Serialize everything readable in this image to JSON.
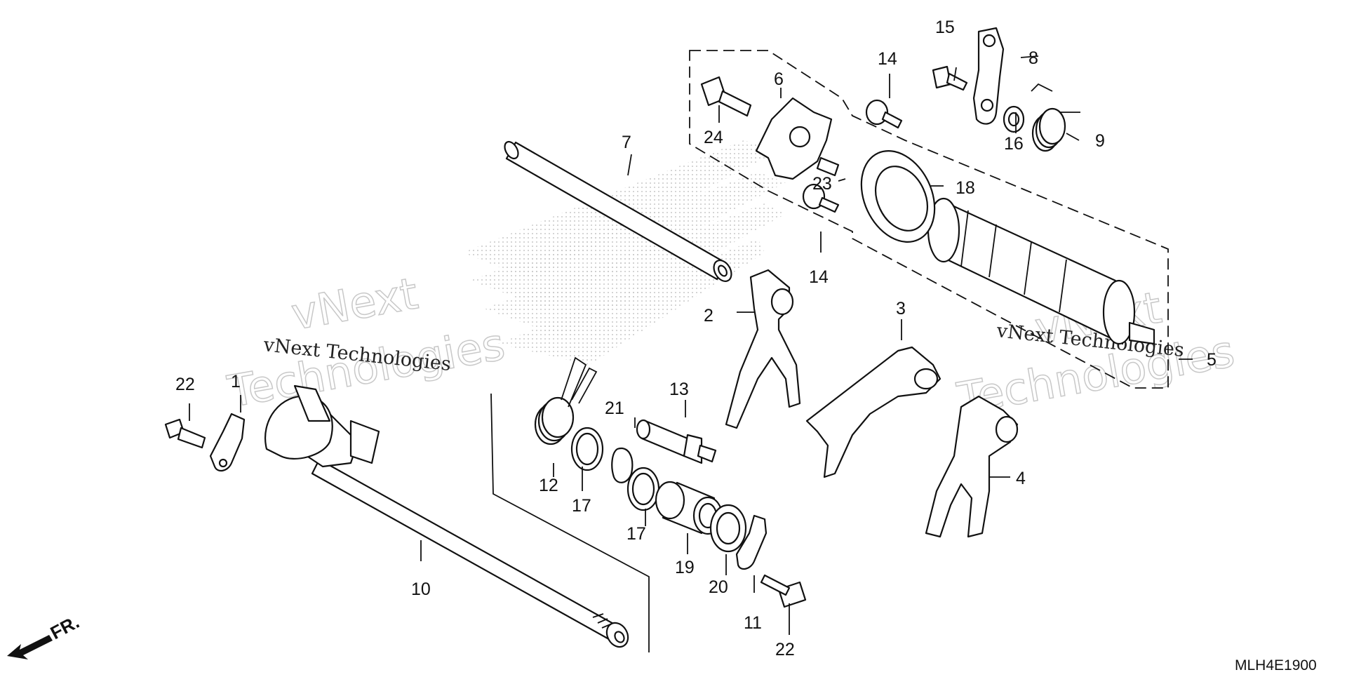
{
  "diagram": {
    "code": "MLH4E1900",
    "direction": "FR.",
    "watermarks": {
      "brand": "vNext Technologies",
      "big_word_1": "vNext",
      "big_word_2": "Technologies"
    },
    "callouts": [
      {
        "id": "c1",
        "label": "1"
      },
      {
        "id": "c2",
        "label": "2"
      },
      {
        "id": "c3",
        "label": "3"
      },
      {
        "id": "c4",
        "label": "4"
      },
      {
        "id": "c5",
        "label": "5"
      },
      {
        "id": "c6",
        "label": "6"
      },
      {
        "id": "c7",
        "label": "7"
      },
      {
        "id": "c8",
        "label": "8"
      },
      {
        "id": "c9",
        "label": "9"
      },
      {
        "id": "c10",
        "label": "10"
      },
      {
        "id": "c11",
        "label": "11"
      },
      {
        "id": "c12",
        "label": "12"
      },
      {
        "id": "c13",
        "label": "13"
      },
      {
        "id": "c14a",
        "label": "14"
      },
      {
        "id": "c14b",
        "label": "14"
      },
      {
        "id": "c15",
        "label": "15"
      },
      {
        "id": "c16",
        "label": "16"
      },
      {
        "id": "c17a",
        "label": "17"
      },
      {
        "id": "c17b",
        "label": "17"
      },
      {
        "id": "c18",
        "label": "18"
      },
      {
        "id": "c19",
        "label": "19"
      },
      {
        "id": "c20",
        "label": "20"
      },
      {
        "id": "c21",
        "label": "21"
      },
      {
        "id": "c22a",
        "label": "22"
      },
      {
        "id": "c22b",
        "label": "22"
      },
      {
        "id": "c23",
        "label": "23"
      },
      {
        "id": "c24",
        "label": "24"
      }
    ]
  }
}
